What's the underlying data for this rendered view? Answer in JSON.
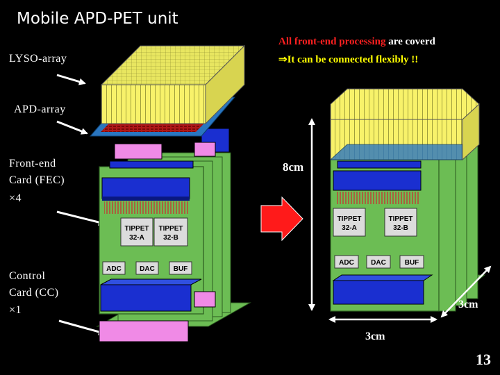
{
  "title": "Mobile APD-PET unit",
  "labels": {
    "lyso": "LYSO-array",
    "apd": "APD-array",
    "fec_1": "Front-end",
    "fec_2": "Card (FEC)",
    "fec_3": "×4",
    "cc_1": "Control",
    "cc_2": "Card (CC)",
    "cc_3": "×1"
  },
  "note": {
    "highlight": "All front-end processing",
    "rest": " are coverd",
    "line2": "⇒It can be connected flexibly !!"
  },
  "dimensions": {
    "height": "8cm",
    "depth": "3cm",
    "width": "3cm"
  },
  "chips": {
    "tippet_a_1": "TIPPET",
    "tippet_a_2": "32-A",
    "tippet_b_1": "TIPPET",
    "tippet_b_2": "32-B",
    "adc": "ADC",
    "dac": "DAC",
    "buf": "BUF"
  },
  "page_number": "13",
  "colors": {
    "background": "#000000",
    "board": "#6cbd54",
    "crystal": "#f8f26a",
    "apd": "#2a76c0",
    "connector": "#f08ae6",
    "ic": "#1a2fd0",
    "arrow": "#ff1a1a"
  }
}
